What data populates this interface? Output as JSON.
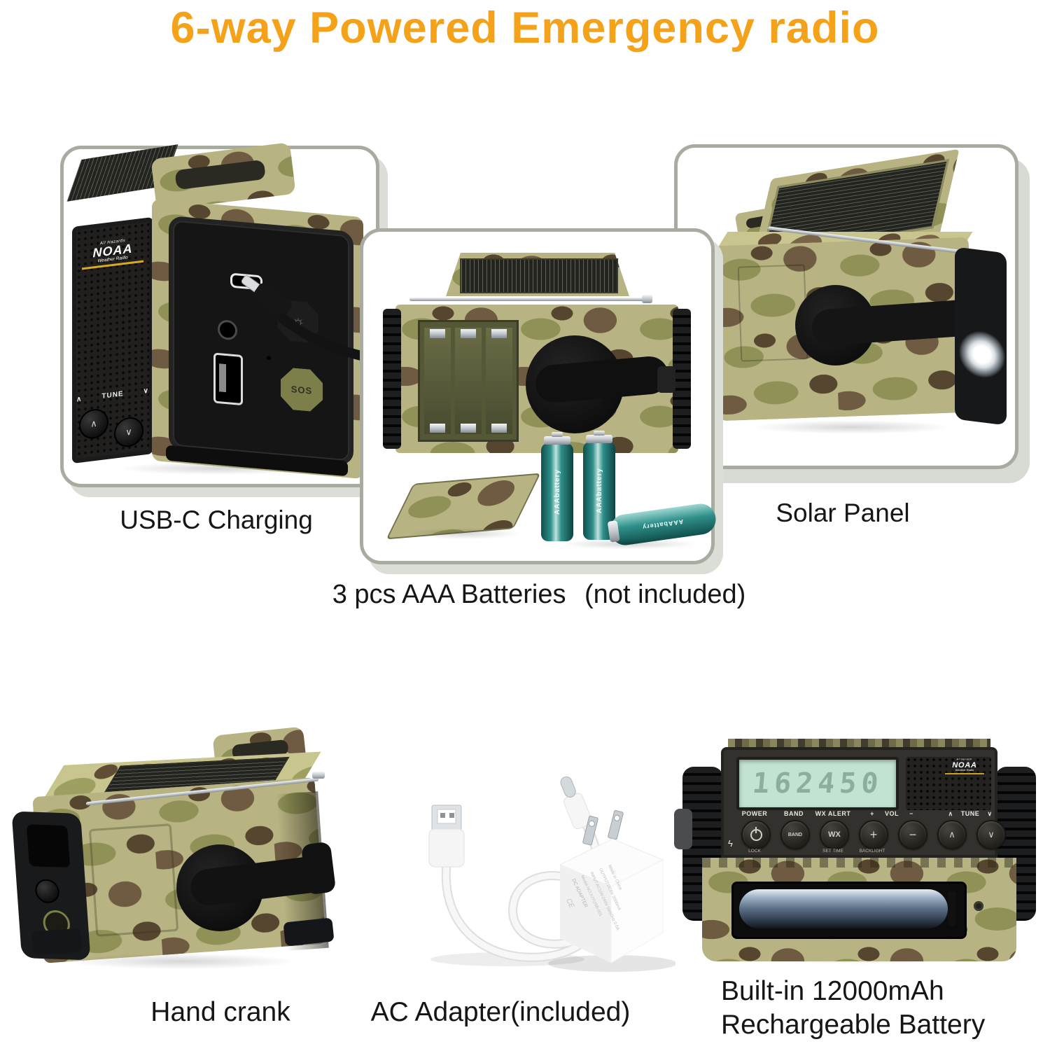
{
  "title": "6-way Powered Emergency radio",
  "callouts": {
    "usb": "USB-C Charging",
    "batteries": "3 pcs AAA Batteries",
    "batteries_note": "(not included)",
    "solar": "Solar Panel",
    "crank": "Hand crank",
    "adapter": "AC Adapter(included)",
    "battery_line1": "Built-in 12000mAh",
    "battery_line2": "Rechargeable Battery"
  },
  "device": {
    "noaa_logo": {
      "top": "All Hazards",
      "name": "NOAA",
      "sub": "Weather Radio"
    },
    "side": {
      "up": "∧",
      "tune": "TUNE",
      "down": "∨"
    },
    "sos": "SOS",
    "flashlight_glyph": "☼",
    "bolt_glyph": "ϟ",
    "front": {
      "display_value": "162450",
      "labels": {
        "power": "POWER",
        "band": "BAND",
        "wx_alert": "WX ALERT",
        "plus": "+",
        "vol": "VOL",
        "minus": "−",
        "up": "∧",
        "tune": "TUNE",
        "down": "∨"
      },
      "glyphs": {
        "band": "BAND",
        "wx": "WX",
        "plus": "+",
        "minus": "−",
        "up": "∧",
        "down": "∨"
      },
      "sublabels": {
        "lock": "LOCK",
        "set_time": "SET TIME",
        "backlight": "BACKLIGHT"
      }
    },
    "aaa_battery_label": "AAAbattery"
  },
  "adapter": {
    "lines": [
      "DC ADAPTER",
      "Model NO:XJYUSB-001",
      "INPUT:AC100-240V 50/60Hz 0.5A",
      "OUTPUT:DC5V 2000mA",
      "Made in China"
    ],
    "ce": "CE"
  },
  "colors": {
    "accent_orange": "#f5a21b",
    "frame_border": "#a8aba0",
    "camo_khaki": "#b7b382",
    "camo_olive": "#8f9157",
    "camo_brown": "#6f5b41",
    "camo_dark": "#57462f",
    "battery_teal": "#2f8f8a",
    "lcd_green": "#c2e2d2",
    "sos_olive": "#7c7f4a"
  }
}
